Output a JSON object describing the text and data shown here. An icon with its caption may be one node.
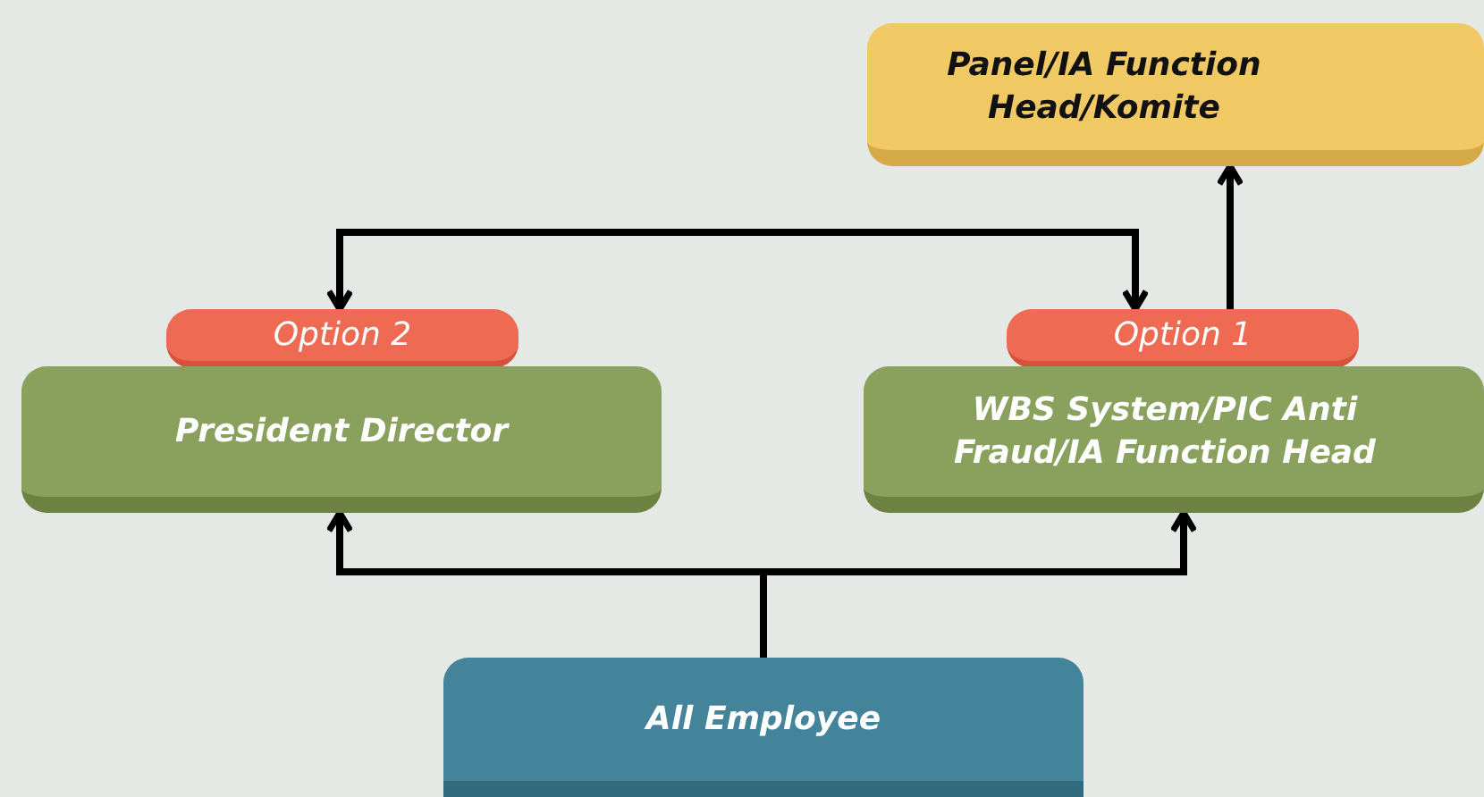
{
  "diagram": {
    "nodes": [
      {
        "text": [
          "Panel/IA Function Head/Komite"
        ]
      },
      {
        "text": [
          "Option 2"
        ]
      },
      {
        "text": [
          "President Director"
        ]
      },
      {
        "text": [
          "Option 1"
        ]
      },
      {
        "text": [
          "WBS System/PIC Anti Fraud/IA Function Head"
        ]
      },
      {
        "text": [
          "All Employee"
        ]
      }
    ],
    "edges": [
      {
        "from": 5,
        "to": 2,
        "arrow": "to"
      },
      {
        "from": 5,
        "to": 4,
        "arrow": "to"
      },
      {
        "from": 3,
        "to": 0,
        "arrow": "to"
      },
      {
        "from": 1,
        "to": 3,
        "arrow": "both"
      }
    ]
  }
}
